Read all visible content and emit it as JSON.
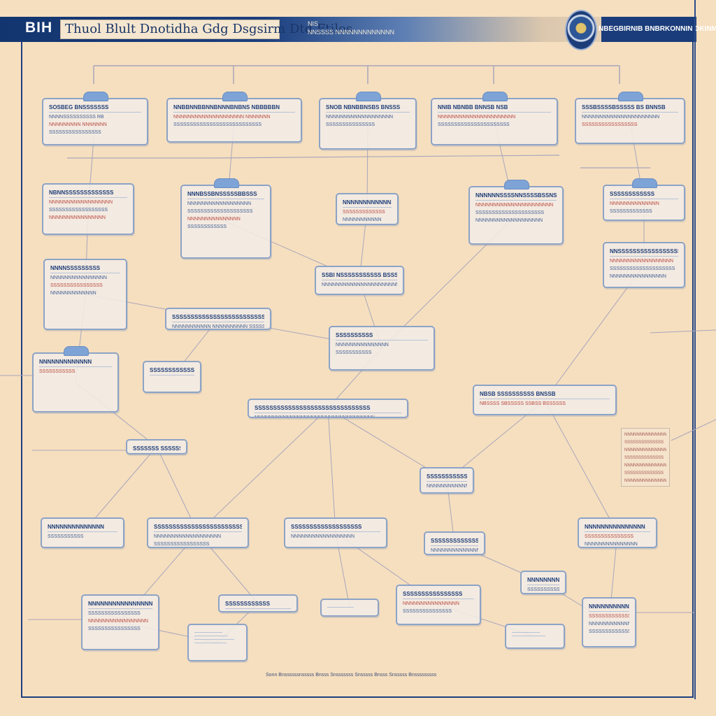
{
  "header": {
    "logo": "BIH",
    "title": "Thuol Blult Dnotidha Gdg Dsgsirm Dtd Ftilos",
    "subtitle_lines": [
      "NIS",
      "NNSSSS NNNNNNNNNNNNN"
    ],
    "right_text": "NBEGBIRNIB BNBRKONNIN DKINMBIN"
  },
  "colors": {
    "background": "#f6dfbf",
    "header_blue": "#13356f",
    "node_border": "#8ca3c6",
    "link": "#a9a6bb"
  },
  "nodes": [
    {
      "id": "n1",
      "title": "SOSBEG BNSSSSSSS",
      "lines": [
        "NNNNSSSSSSSSSS  RB",
        "NNNNNNNNN NNNNNNN",
        "SSSSSSSSSSSSSSSS"
      ],
      "red": [
        1
      ]
    },
    {
      "id": "n2",
      "title": "NNBBNNBBNNBNNNBNBNS NBBBBBN",
      "lines": [
        "NNNNNNNNNNNNNNNNNNNN NNNNNNN",
        "SSSSSSSSSSSSSSSSSSSSSSSSSSS"
      ],
      "red": [
        0
      ]
    },
    {
      "id": "n3",
      "title": "SNOB NBNBBNSBS BNSSS",
      "lines": [
        "NNNNNNNNNNNNNNNNNNN",
        "SSSSSSSSSSSSSSS"
      ],
      "red": []
    },
    {
      "id": "n4",
      "title": "NNIB NBNBB BNNSB NSB",
      "lines": [
        "NNNNNNNNNNNNNNNNNNNNNN",
        "SSSSSSSSSSSSSSSSSSSSSS"
      ],
      "red": [
        0
      ]
    },
    {
      "id": "n5",
      "title": "SSSBSSSSBSSSSS BS BNNSB",
      "lines": [
        "NNNNNNNNNNNNNNNNNNNNNN",
        "SSSSSSSSSSSSSSSSS"
      ],
      "red": [
        1
      ]
    },
    {
      "id": "n6",
      "title": "NBNNSSSSSSSSSSSSS",
      "lines": [
        "NNNNNNNNNNNNNNNNNN",
        "SSSSSSSSSSSSSSSSSS",
        "NNNNNNNNNNNNNNNN"
      ],
      "red": [
        0,
        2
      ]
    },
    {
      "id": "n7",
      "title": "NNNBSSBNSSSSSBBSSS",
      "lines": [
        "NNNNNNNNNNNNNNNNNN",
        "SSSSSSSSSSSSSSSSSSSS",
        "NNNNNNNNNNNNNNN",
        "SSSSSSSSSSSS"
      ],
      "red": [
        2
      ]
    },
    {
      "id": "n8",
      "title": "NNNNNNNNNNNNN",
      "lines": [
        "SSSSSSSSSSSSS",
        "NNNNNNNNNNN"
      ],
      "red": [
        0
      ]
    },
    {
      "id": "n9",
      "title": "NNNNNNSSSSNNSSSSBSSNS",
      "lines": [
        "NNNNNNNNNNNNNNNNNNNNNN",
        "SSSSSSSSSSSSSSSSSSSSS",
        "NNNNNNNNNNNNNNNNNNN"
      ],
      "red": [
        0
      ]
    },
    {
      "id": "n10",
      "title": "SSSSSSSSSSSS",
      "lines": [
        "NNNNNNNNNNNNNN",
        "SSSSSSSSSSSSS"
      ],
      "red": [
        0
      ]
    },
    {
      "id": "n11",
      "title": "NNNNSSSSSSSSS",
      "lines": [
        "NNNNNNNNNNNNNNNN",
        "SSSSSSSSSSSSSSSS",
        "NNNNNNNNNNNNN"
      ],
      "red": [
        1
      ]
    },
    {
      "id": "n12",
      "title": "SSBI NSSSSSSSSSSS BSSSS",
      "lines": [
        "NNNNNNNNNNNNNNNNNNNNNNNN"
      ],
      "red": []
    },
    {
      "id": "n13",
      "title": "SSSSSSSSSSSSSSSSSSSSSSSSS",
      "lines": [
        "NNNNNNNNNNN NNNNNNNNNN SSSSS"
      ],
      "red": []
    },
    {
      "id": "n14",
      "title": "NNSSSSSSSSSSSSSSSSS",
      "lines": [
        "NNNNNNNNNNNNNNNNNN",
        "SSSSSSSSSSSSSSSSSSSS",
        "NNNNNNNNNNNNNNNN"
      ],
      "red": [
        0
      ]
    },
    {
      "id": "n15",
      "title": "SSSSSSSSSS",
      "lines": [
        "NNNNNNNNNNNNNNN",
        "SSSSSSSSSSS"
      ],
      "red": []
    },
    {
      "id": "n16",
      "title": "SSSSSSSSSSSSSSSSSSSSSSSSSSSSSSS",
      "lines": [
        "NNNNNNNNNNNNNNNNNNNNNNNNNNNNNNNNNN"
      ],
      "red": []
    },
    {
      "id": "n17",
      "title": "NBSB SSSSSSSSSS BNSSB",
      "lines": [
        "NBSSSS SBSSSSS SSBSS BSSSSSS"
      ],
      "red": [
        0
      ]
    },
    {
      "id": "n18",
      "title": "SSSSSSSSSSSSSSS",
      "lines": [],
      "red": []
    },
    {
      "id": "n19",
      "title": "NNNNNNNNNNNNN",
      "lines": [
        "SSSSSSSSSSS"
      ],
      "red": [
        0
      ]
    },
    {
      "id": "n20",
      "title": "SSSSSSS SSSSSSSS",
      "lines": [
        "NNNNNNNNNNNNNNNNNN"
      ],
      "red": []
    },
    {
      "id": "n21",
      "title": "SSSSSSSSSSSSSSSSSSSSSS",
      "lines": [
        "NNNNNNNNNNNNNNNNNNNN"
      ],
      "red": []
    },
    {
      "id": "n22",
      "title": "SSSSSSSSSSSSSSSSSSSSSSSS",
      "lines": [
        "NNNNNNNNNNNNNNNNNNN",
        "SSSSSSSSSSSSSSSSS"
      ],
      "red": []
    },
    {
      "id": "n23",
      "title": "NNNNNNNNNNNNNN",
      "lines": [
        "SSSSSSSSSSS"
      ],
      "red": []
    },
    {
      "id": "n24",
      "title": "SSSSSSSSSSSSSSSSSSS",
      "lines": [
        "NNNNNNNNNNNNNNNNNN"
      ],
      "red": []
    },
    {
      "id": "n25",
      "title": "NNNNNNNNNNNNNNNN",
      "lines": [
        "SSSSSSSSSSSSSSSS",
        "NNNNNNNNNNNNNNNNN",
        "SSSSSSSSSSSSSSSS"
      ],
      "red": [
        1
      ]
    },
    {
      "id": "n26",
      "title": "SSSSSSSSSSSSSSSSS",
      "lines": [
        "NNNNNNNNNNNNNNNN"
      ],
      "red": []
    },
    {
      "id": "n27",
      "title": "NNNNNNNNNNNNNNN",
      "lines": [
        "SSSSSSSSSSSSSSS",
        "NNNNNNNNNNNNNNN"
      ],
      "red": [
        0
      ]
    },
    {
      "id": "n28",
      "title": "SSSSSSSSSSSSSSSS",
      "lines": [
        "NNNNNNNNNNNNNNNN",
        "SSSSSSSSSSSSSSS"
      ],
      "red": [
        0
      ]
    },
    {
      "id": "n29",
      "title": "NNNNNNNNNNNN",
      "lines": [
        "SSSSSSSSSS"
      ],
      "red": []
    },
    {
      "id": "n30",
      "title": "SSSSSSSSSSSS",
      "lines": [
        "NNNNNNNNNNNN"
      ],
      "red": [
        0
      ]
    },
    {
      "id": "n31",
      "title": "NNNNNNNNNNNNN",
      "lines": [
        "SSSSSSSSSSSSS",
        "NNNNNNNNNNNNN",
        "SSSSSSSSSSSSS"
      ],
      "red": [
        0
      ]
    }
  ],
  "side_note": [
    "NNNNNNNNNNNNNN",
    "SSSSSSSSSSSSSS",
    "NNNNNNNNNNNNNN",
    "SSSSSSSSSSSSSS",
    "NNNNNNNNNNNNNN",
    "SSSSSSSSSSSSSS",
    "NNNNNNNNNNNNNN"
  ],
  "footer": "Sonn Bnssssssnsssss Bnsss Snsssssss Snsssss Bnsss Snsssss Bnsssssssss"
}
